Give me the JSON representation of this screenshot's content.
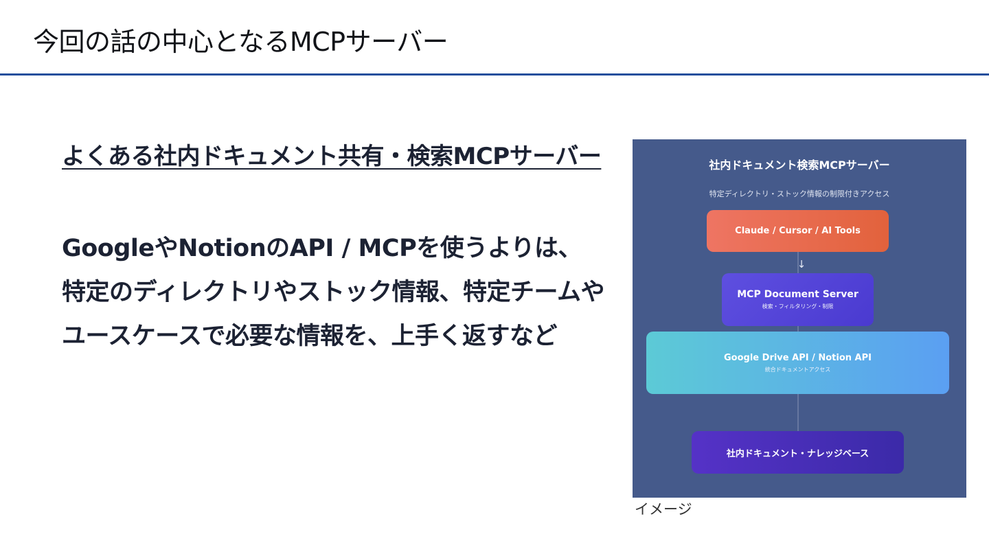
{
  "slide": {
    "title": "今回の話の中心となるMCPサーバー",
    "accent_color": "#1f4d9c"
  },
  "content": {
    "subheading": "よくある社内ドキュメント共有・検索MCPサーバー",
    "body_lines": [
      "GoogleやNotionのAPI / MCPを使うよりは、",
      "特定のディレクトリやストック情報、特定チームや",
      "ユースケースで必要な情報を、上手く返すなど"
    ]
  },
  "figure": {
    "title": "社内ドキュメント検索MCPサーバー",
    "subtitle": "特定ディレクトリ・ストック情報の制限付きアクセス",
    "background_color": "#455a8b",
    "arrow_glyph": "↓",
    "boxes": {
      "tools": {
        "label": "Claude / Cursor / AI Tools"
      },
      "server": {
        "label": "MCP Document Server",
        "sublabel": "検索・フィルタリング・制限"
      },
      "api": {
        "label": "Google Drive API / Notion API",
        "sublabel": "統合ドキュメントアクセス"
      },
      "knowledge_base": {
        "label": "社内ドキュメント・ナレッジベース"
      }
    },
    "caption": "イメージ"
  }
}
